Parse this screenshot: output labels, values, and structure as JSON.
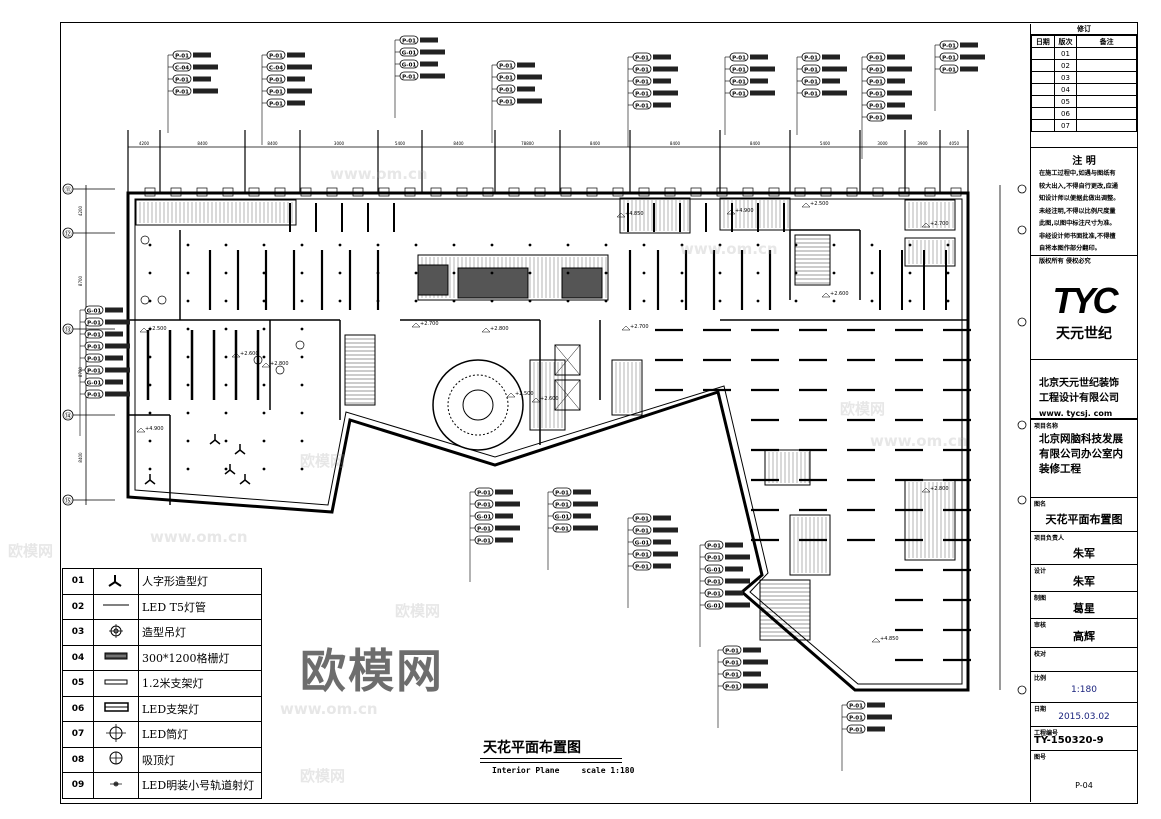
{
  "drawing": {
    "title": "天花平面布置图",
    "subtitle": "Interior Plane",
    "scale_label": "scale 1:180",
    "watermark": "欧模网",
    "watermark_small": "www.om.cn"
  },
  "dimensions_top": [
    "4200",
    "8400",
    "8400",
    "3000",
    "5400",
    "8400",
    "78800",
    "8400",
    "8400",
    "8400",
    "5400",
    "3000",
    "3900",
    "4050"
  ],
  "dimensions_left": [
    "4200",
    "8700",
    "8700",
    "8400"
  ],
  "axis_markers_left": [
    "⑪",
    "⑫",
    "⑬",
    "⑭",
    "⑮"
  ],
  "elevation_labels": [
    "+2.500",
    "+2.600",
    "+2.700",
    "+2.800",
    "+4.850",
    "+4.900"
  ],
  "callouts": [
    [
      "P-01",
      "C-04",
      "P-01",
      "P-01"
    ],
    [
      "P-01",
      "C-04",
      "P-01",
      "P-01",
      "P-01"
    ],
    [
      "P-01",
      "G-01",
      "G-01",
      "P-01"
    ],
    [
      "P-01",
      "P-01",
      "P-01",
      "P-01"
    ],
    [
      "P-01",
      "P-01",
      "P-01",
      "P-01",
      "P-01"
    ],
    [
      "P-01",
      "P-01",
      "P-01",
      "P-01"
    ],
    [
      "P-01",
      "P-01",
      "P-01",
      "P-01"
    ],
    [
      "P-01",
      "P-01",
      "P-01",
      "P-01",
      "P-01",
      "P-01"
    ],
    [
      "P-01",
      "P-01",
      "P-01"
    ],
    [
      "G-01",
      "P-01",
      "P-01",
      "P-01",
      "P-01",
      "P-01",
      "G-01",
      "P-01"
    ],
    [
      "P-01",
      "P-01",
      "G-01",
      "P-01",
      "P-01"
    ],
    [
      "P-01",
      "P-01",
      "G-01",
      "P-01"
    ],
    [
      "P-01",
      "P-01",
      "G-01",
      "P-01",
      "P-01"
    ],
    [
      "P-01",
      "P-01",
      "G-01",
      "P-01",
      "P-01",
      "G-01"
    ],
    [
      "P-01",
      "P-01",
      "P-01",
      "P-01"
    ],
    [
      "P-01",
      "P-01",
      "P-01"
    ]
  ],
  "legend": [
    {
      "num": "01",
      "symbol": "y-shape-lamp",
      "label": "人字形造型灯"
    },
    {
      "num": "02",
      "symbol": "t5-tube",
      "label": "LED  T5灯管"
    },
    {
      "num": "03",
      "symbol": "pendant-lamp",
      "label": "造型吊灯"
    },
    {
      "num": "04",
      "symbol": "grille-lamp",
      "label": "300*1200格栅灯"
    },
    {
      "num": "05",
      "symbol": "bracket-lamp",
      "label": "1.2米支架灯"
    },
    {
      "num": "06",
      "symbol": "led-bracket-lamp",
      "label": "LED支架灯"
    },
    {
      "num": "07",
      "symbol": "downlight",
      "label": "LED筒灯"
    },
    {
      "num": "08",
      "symbol": "ceiling-lamp",
      "label": "吸顶灯"
    },
    {
      "num": "09",
      "symbol": "track-spotlight",
      "label": "LED明装小号轨道射灯"
    }
  ],
  "title_block": {
    "revision_title": "修订",
    "revision_headers": [
      "日期",
      "版次",
      "备注"
    ],
    "revisions": [
      "01",
      "02",
      "03",
      "04",
      "05",
      "06",
      "07"
    ],
    "notes_title": "注  明",
    "notes": [
      "在施工过程中,如遇与图纸有",
      "较大出入,不得自行更改,应通",
      "知设计师以便据此做出调整。",
      "未经注明,不得以比例尺度量",
      "此图,以图中标注尺寸为准。",
      "非经设计师书面批准,不得擅",
      "自将本图作部分翻印。",
      "版权所有      侵权必究"
    ],
    "logo_text": "TYC",
    "logo_cn": "天元世纪",
    "company": [
      "北京天元世纪装饰",
      "工程设计有限公司"
    ],
    "website": "www. tycsj. com",
    "project_label": "项目名称",
    "project_name": [
      "北京网脑科技发展",
      "有限公司办公室内",
      "装修工程"
    ],
    "drawing_name_label": "图名",
    "drawing_name": "天花平面布置图",
    "manager_label": "项目负责人",
    "manager": "朱军",
    "designer_label": "设计",
    "designer": "朱军",
    "drafter_label": "制图",
    "drafter": "葛星",
    "reviewer_label": "审核",
    "reviewer": "高辉",
    "checker_label": "校对",
    "scale_label": "比例",
    "scale": "1:180",
    "date_label": "日期",
    "date": "2015.03.02",
    "project_no_label": "工程编号",
    "project_no": "TY-150320-9",
    "sheet_label": "图号",
    "sheet_no": "P-04"
  },
  "colors": {
    "line": "#000000",
    "watermark": "#c8c8c8",
    "date_text": "#1a237e"
  }
}
